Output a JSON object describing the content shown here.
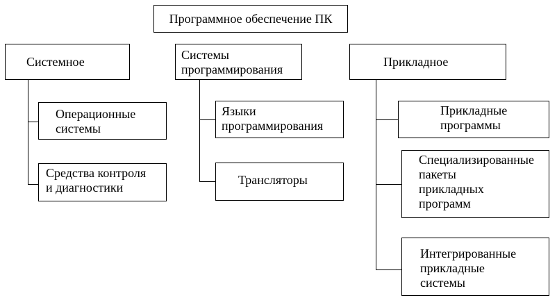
{
  "diagram": {
    "root": {
      "label": "Программное обеспечение ПК"
    },
    "categories": [
      {
        "label": "Системное",
        "children": [
          {
            "label": "Операционные\nсистемы"
          },
          {
            "label": "Средства контроля\nи диагностики"
          }
        ]
      },
      {
        "label": "Системы\nпрограммирования",
        "children": [
          {
            "label": "Языки\nпрограммирования"
          },
          {
            "label": "Трансляторы"
          }
        ]
      },
      {
        "label": "Прикладное",
        "children": [
          {
            "label": "Прикладные\nпрограммы"
          },
          {
            "label": "Специализированные\nпакеты\nприкладных\nпрограмм"
          },
          {
            "label": "Интегрированные\nприкладные\nсистемы"
          }
        ]
      }
    ]
  }
}
